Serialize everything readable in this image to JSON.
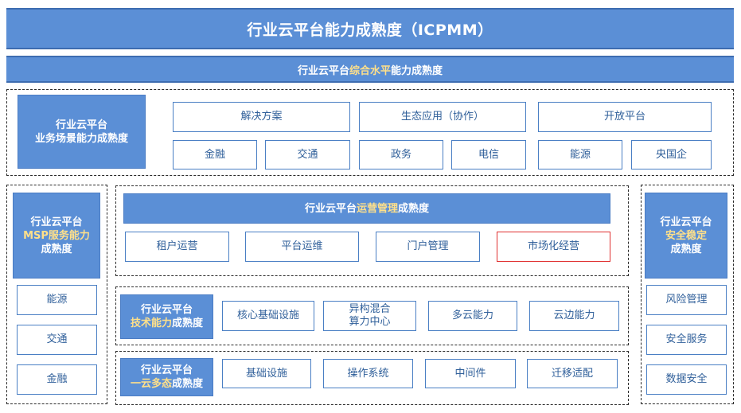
{
  "header": {
    "title": "行业云平台能力成熟度（ICPMM）",
    "subtitle_pre": "行业云平台",
    "subtitle_hl": "综合水平",
    "subtitle_post": "能力成熟度"
  },
  "business": {
    "label_line1": "行业云平台",
    "label_line2": "业务场景能力成熟度",
    "categories": [
      "解决方案",
      "生态应用（协作）",
      "开放平台"
    ],
    "items": [
      "金融",
      "交通",
      "政务",
      "电信",
      "能源",
      "央国企"
    ]
  },
  "msp": {
    "label_line1": "行业云平台",
    "label_hl": "MSP服务能力",
    "label_line3": "成熟度",
    "items": [
      "能源",
      "交通",
      "金融"
    ]
  },
  "operations": {
    "title_pre": "行业云平台",
    "title_hl": "运营管理",
    "title_post": "成熟度",
    "items": [
      "租户运营",
      "平台运维",
      "门户管理",
      "市场化经营"
    ]
  },
  "tech": {
    "label_line1": "行业云平台",
    "label_hl": "技术能力",
    "label_post": "成熟度",
    "items": [
      "核心基础设施",
      "异构混合\n算力中心",
      "多云能力",
      "云边能力"
    ]
  },
  "multi": {
    "label_line1": "行业云平台",
    "label_hl": "一云多态",
    "label_post": "成熟度",
    "items": [
      "基础设施",
      "操作系统",
      "中间件",
      "迁移适配"
    ]
  },
  "security": {
    "label_line1": "行业云平台",
    "label_hl": "安全稳定",
    "label_line3": "成熟度",
    "items": [
      "风险管理",
      "安全服务",
      "数据安全"
    ]
  }
}
